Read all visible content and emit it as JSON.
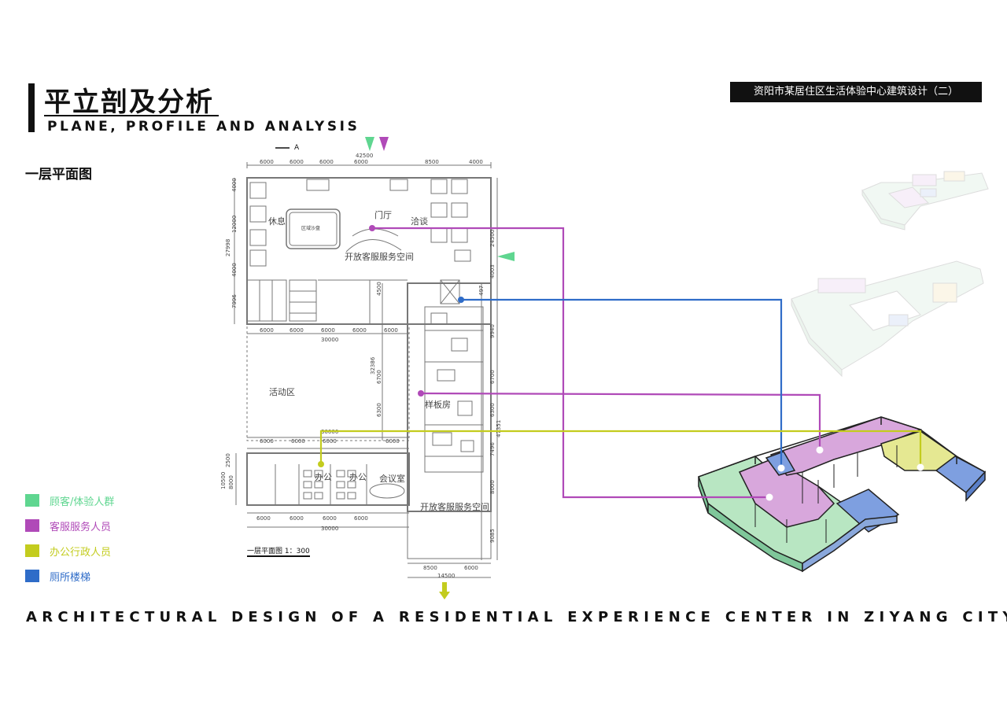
{
  "header": {
    "title_cn": "平立剖及分析",
    "title_en": "PLANE, PROFILE AND ANALYSIS",
    "project_title": "资阳市某居住区生活体验中心建筑设计（二）"
  },
  "floor_title": "一层平面图",
  "plan": {
    "scale_label": "一层平面图 1：300",
    "section_marker": "A",
    "rooms": {
      "lobby": "门厅",
      "negotiation": "洽谈",
      "rest": "休息",
      "sandtable": "区域沙盘",
      "open_service_top": "开放客服服务空间",
      "activity": "活动区",
      "sample_room": "样板房",
      "office_1": "办公",
      "office_2": "办公",
      "meeting": "会议室",
      "open_service_bottom": "开放客服服务空间"
    },
    "dimensions": {
      "top": [
        "6000",
        "6000",
        "6000",
        "6000",
        "8500",
        "4000"
      ],
      "top_overall": "42500",
      "left": [
        "4000",
        "12000",
        "4000",
        "7996"
      ],
      "left_overall": "27998",
      "row1": [
        "6000",
        "6000",
        "6000",
        "6000"
      ],
      "row1_overall": "30000",
      "right": [
        "24500",
        "4003",
        "497",
        "9940",
        "6700",
        "6300",
        "7496",
        "8000",
        "9085"
      ],
      "right_overall": "47351",
      "middle": [
        "4500",
        "32386",
        "6700",
        "6300"
      ],
      "row2": [
        "6000",
        "6000",
        "6000",
        "6000"
      ],
      "row2_overall": "30000",
      "row3": [
        "6000",
        "6000",
        "6000",
        "6000"
      ],
      "row3_overall": "30000",
      "bottom_left": [
        "2500",
        "10500",
        "8000"
      ],
      "bottom": [
        "8500",
        "6000"
      ],
      "bottom_overall": "14500",
      "mid_span": "6000"
    }
  },
  "legend": [
    {
      "label": "顾客/体验人群",
      "color": "#5fd690"
    },
    {
      "label": "客服服务人员",
      "color": "#b04ab8"
    },
    {
      "label": "办公行政人员",
      "color": "#c3cc1e"
    },
    {
      "label": "厕所楼梯",
      "color": "#2f6cc8"
    }
  ],
  "colors": {
    "guest": "#5fd690",
    "service": "#b04ab8",
    "office": "#c3cc1e",
    "toilet": "#2f6cc8"
  },
  "footer_title": "ARCHITECTURAL DESIGN OF A RESIDENTIAL EXPERIENCE CENTER IN ZIYANG CITY"
}
